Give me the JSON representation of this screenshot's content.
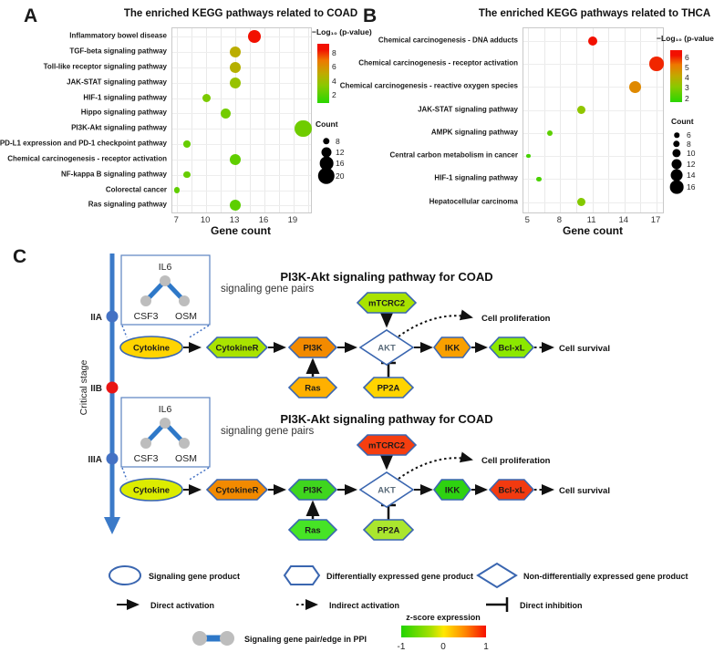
{
  "chart_data": [
    {
      "type": "bubble",
      "panel": "A",
      "title": "The enriched KEGG pathways related to COAD",
      "xlabel": "Gene count",
      "x_ticks": [
        7,
        10,
        13,
        16,
        19
      ],
      "x_range": [
        6.5,
        20.8
      ],
      "categories": [
        "Inflammatory bowel disease",
        "TGF-beta signaling pathway",
        "Toll-like receptor signaling pathway",
        "JAK-STAT signaling pathway",
        "HIF-1 signaling pathway",
        "Hippo signaling pathway",
        "PI3K-Akt signaling pathway",
        "PD-L1 expression and PD-1 checkpoint pathway",
        "Chemical carcinogenesis - receptor activation",
        "NF-kappa B signaling pathway",
        "Colorectal cancer",
        "Ras signaling pathway"
      ],
      "gene_counts": [
        15,
        13,
        13,
        13,
        10,
        12,
        20,
        8,
        13,
        8,
        7,
        13
      ],
      "neg_log10_pvalues": [
        8.5,
        4.9,
        4.7,
        3.7,
        2.9,
        2.7,
        2.6,
        2.4,
        2.2,
        2.4,
        2.2,
        2.1
      ],
      "color_legend": {
        "title": "−Log₁₀ (p-value)",
        "ticks": [
          8,
          6,
          4,
          2
        ],
        "range": [
          0.8,
          9.3
        ]
      },
      "size_legend": {
        "title": "Count",
        "values": [
          8,
          12,
          16,
          20
        ]
      }
    },
    {
      "type": "bubble",
      "panel": "B",
      "title": "The enriched KEGG pathways related to THCA",
      "xlabel": "Gene count",
      "x_ticks": [
        5,
        8,
        11,
        14,
        17
      ],
      "x_range": [
        4.55,
        17.6
      ],
      "categories": [
        "Chemical carcinogenesis - DNA adducts",
        "Chemical carcinogenesis - receptor activation",
        "Chemical carcinogenesis - reactive oxygen species",
        "JAK-STAT signaling pathway",
        "AMPK signaling pathway",
        "Central carbon metabolism in cancer",
        "HIF-1 signaling pathway",
        "Hepatocellular carcinoma"
      ],
      "gene_counts": [
        11,
        17,
        15,
        10,
        7,
        5,
        6,
        10
      ],
      "neg_log10_pvalues": [
        6.3,
        6.0,
        4.9,
        3.2,
        2.4,
        2.0,
        2.1,
        3.0
      ],
      "color_legend": {
        "title": "−Log₁₀ (p-value)",
        "ticks": [
          6,
          5,
          4,
          3,
          2
        ],
        "range": [
          1.6,
          6.7
        ]
      },
      "size_legend": {
        "title": "Count",
        "values": [
          6,
          8,
          10,
          12,
          14,
          16
        ]
      }
    }
  ],
  "panelC": {
    "label": "C",
    "axis_label": "Critical stage",
    "stages": [
      {
        "name": "IIA"
      },
      {
        "name": "IIB"
      },
      {
        "name": "IIIA"
      }
    ],
    "gene_pair_box": {
      "hub": "IL6",
      "partner_left": "CSF3",
      "partner_right": "OSM",
      "caption": "signaling gene pairs"
    },
    "pathways": [
      {
        "title": "PI3K-Akt signaling pathway for COAD",
        "nodes": {
          "cytokine": {
            "label": "Cytokine",
            "fill": "#FFD400"
          },
          "cytokiner": {
            "label": "CytokineR",
            "fill": "#A9E300"
          },
          "pi3k": {
            "label": "PI3K",
            "fill": "#F28A00"
          },
          "mtcrc2": {
            "label": "mTCRC2",
            "fill": "#A9E300"
          },
          "ras": {
            "label": "Ras",
            "fill": "#FFB000"
          },
          "akt": {
            "label": "AKT",
            "fill": "#FFFFFF"
          },
          "pp2a": {
            "label": "PP2A",
            "fill": "#FFD400"
          },
          "ikk": {
            "label": "IKK",
            "fill": "#F9A000"
          },
          "bclxl": {
            "label": "Bcl-xL",
            "fill": "#8CE800"
          }
        }
      },
      {
        "title": "PI3K-Akt signaling pathway for COAD",
        "nodes": {
          "cytokine": {
            "label": "Cytokine",
            "fill": "#DCEC00"
          },
          "cytokiner": {
            "label": "CytokineR",
            "fill": "#F28A00"
          },
          "pi3k": {
            "label": "PI3K",
            "fill": "#3FD51E"
          },
          "mtcrc2": {
            "label": "mTCRC2",
            "fill": "#F53E10"
          },
          "ras": {
            "label": "Ras",
            "fill": "#46E426"
          },
          "akt": {
            "label": "AKT",
            "fill": "#FFFFFF"
          },
          "pp2a": {
            "label": "PP2A",
            "fill": "#AAE62E"
          },
          "ikk": {
            "label": "IKK",
            "fill": "#2ED211"
          },
          "bclxl": {
            "label": "Bcl-xL",
            "fill": "#F23A10"
          }
        }
      }
    ],
    "outcomes": [
      "Cell proliferation",
      "Cell survival"
    ],
    "legend": {
      "shapes": [
        {
          "shape": "ellipse",
          "label": "Signaling gene product"
        },
        {
          "shape": "hexagon",
          "label": "Differentially expressed gene product"
        },
        {
          "shape": "diamond",
          "label": "Non-differentially expressed gene product"
        }
      ],
      "edges": [
        {
          "type": "solid-arrow",
          "label": "Direct activation"
        },
        {
          "type": "dotted-arrow",
          "label": "Indirect activation"
        },
        {
          "type": "t-bar",
          "label": "Direct inhibition"
        }
      ],
      "ppi": {
        "label": "Signaling gene pair/edge in PPI"
      },
      "zscore": {
        "title": "z-score expression",
        "ticks": [
          "-1",
          "0",
          "1"
        ]
      }
    }
  },
  "colors": {
    "pvalue_gradient_stops": [
      {
        "t": 0,
        "c": "#2AD600"
      },
      {
        "t": 0.3,
        "c": "#8CC800"
      },
      {
        "t": 0.5,
        "c": "#C0AA00"
      },
      {
        "t": 0.72,
        "c": "#EE7800"
      },
      {
        "t": 0.9,
        "c": "#F21000"
      },
      {
        "t": 1,
        "c": "#F21000"
      }
    ],
    "zscore_gradient_stops": [
      {
        "t": 0,
        "c": "#22D400"
      },
      {
        "t": 0.35,
        "c": "#A8E000"
      },
      {
        "t": 0.5,
        "c": "#FFE800"
      },
      {
        "t": 0.75,
        "c": "#FF8800"
      },
      {
        "t": 1,
        "c": "#F61000"
      }
    ],
    "timeline": "#3B7AC8",
    "stage_blue": "#4472C4",
    "stage_red": "#E91414",
    "node_border": "#3A66B0",
    "ppi_edge": "#2E78C8",
    "ppi_node": "#BDBDBD",
    "box_border": "#5B83C0"
  }
}
